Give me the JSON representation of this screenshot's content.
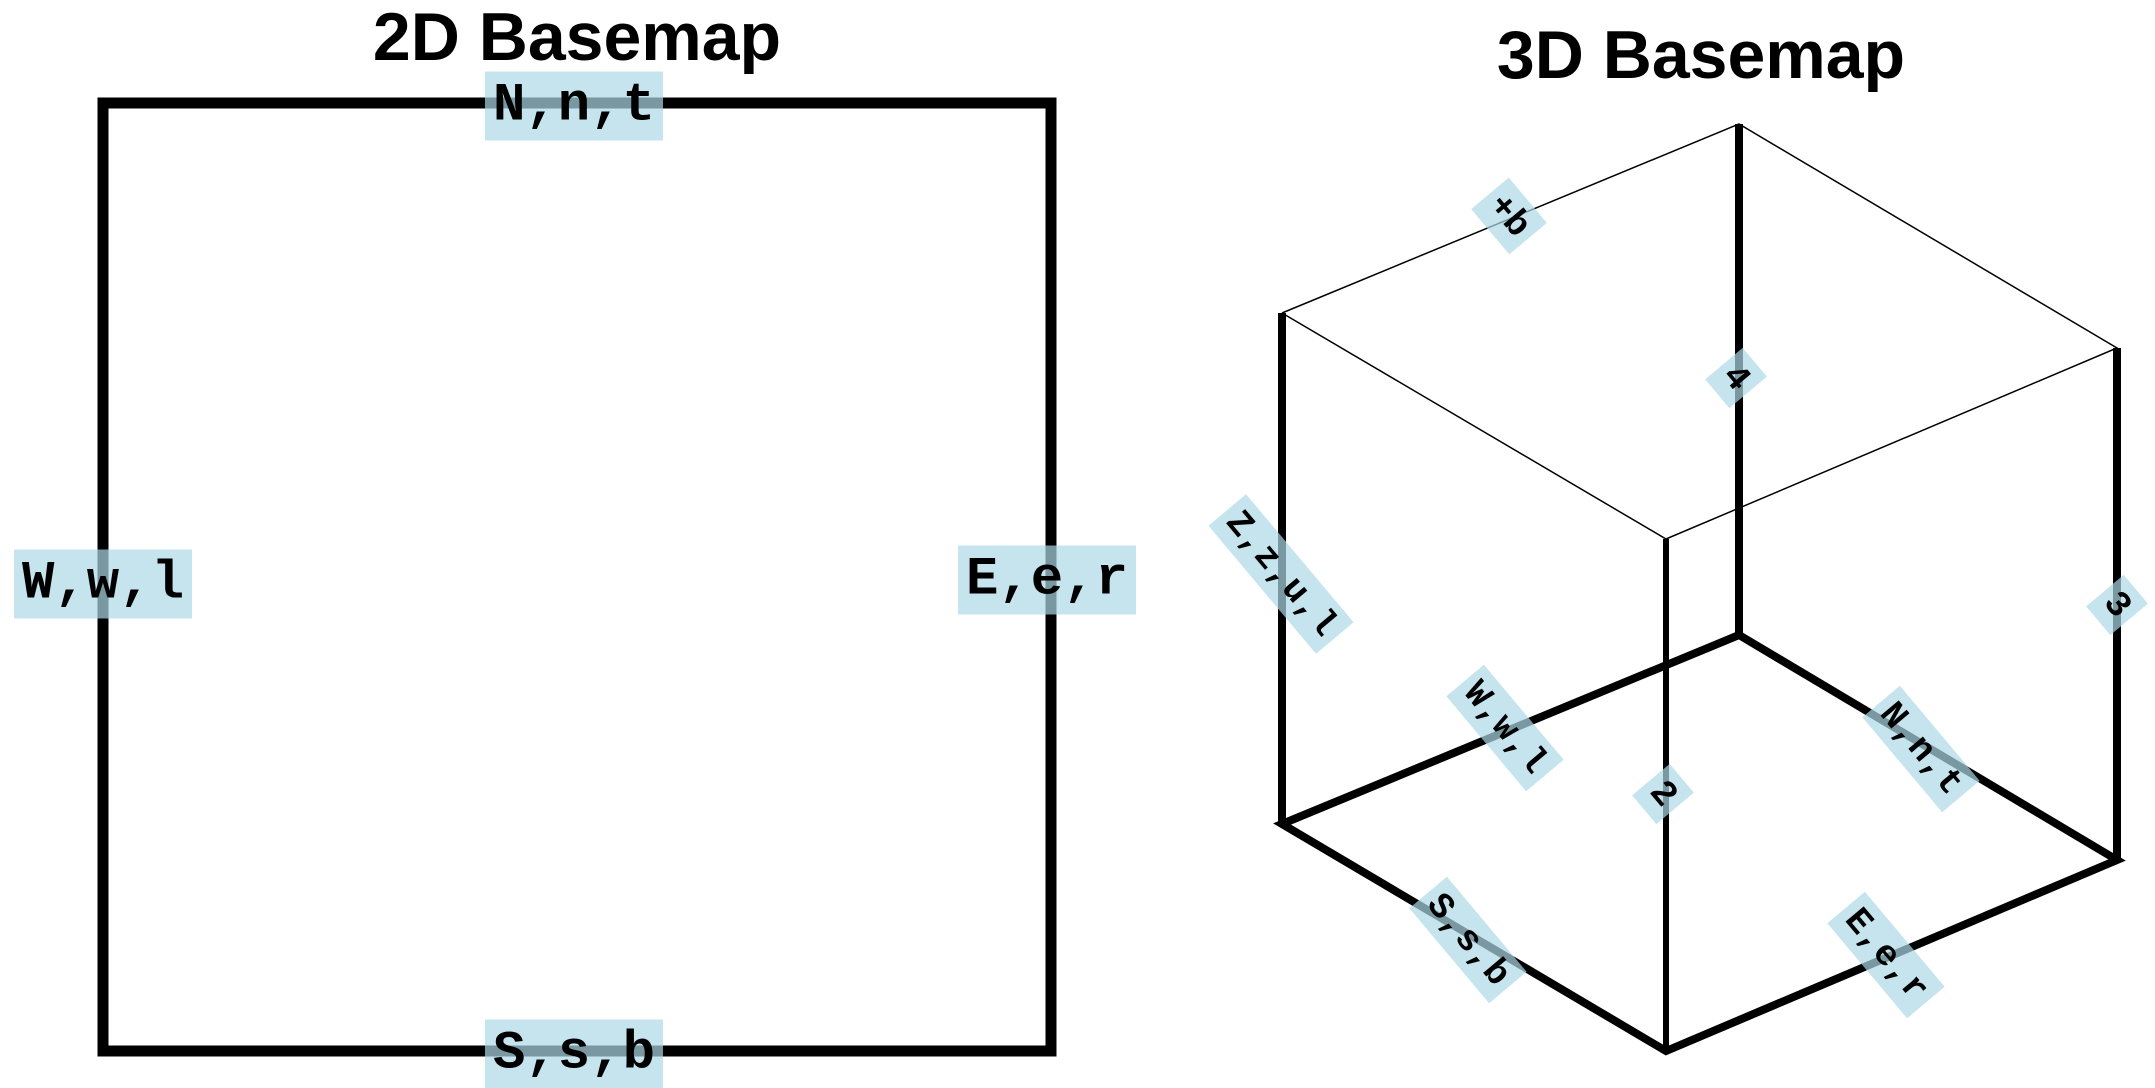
{
  "titles": {
    "basemap_2d": "2D Basemap",
    "basemap_3d": "3D Basemap"
  },
  "labels_2d": {
    "north": "N,n,t",
    "south": "S,s,b",
    "west": "W,w,l",
    "east": "E,e,r"
  },
  "labels_3d": {
    "top": "+b",
    "z_axis": "Z,z,u,l",
    "corner4": "4",
    "corner3": "3",
    "corner2": "2",
    "west": "W,w,l",
    "north": "N,n,t",
    "south": "S,s,b",
    "east": "E,e,r"
  },
  "colors": {
    "label_background": "#add8e6",
    "frame": "#000000"
  }
}
